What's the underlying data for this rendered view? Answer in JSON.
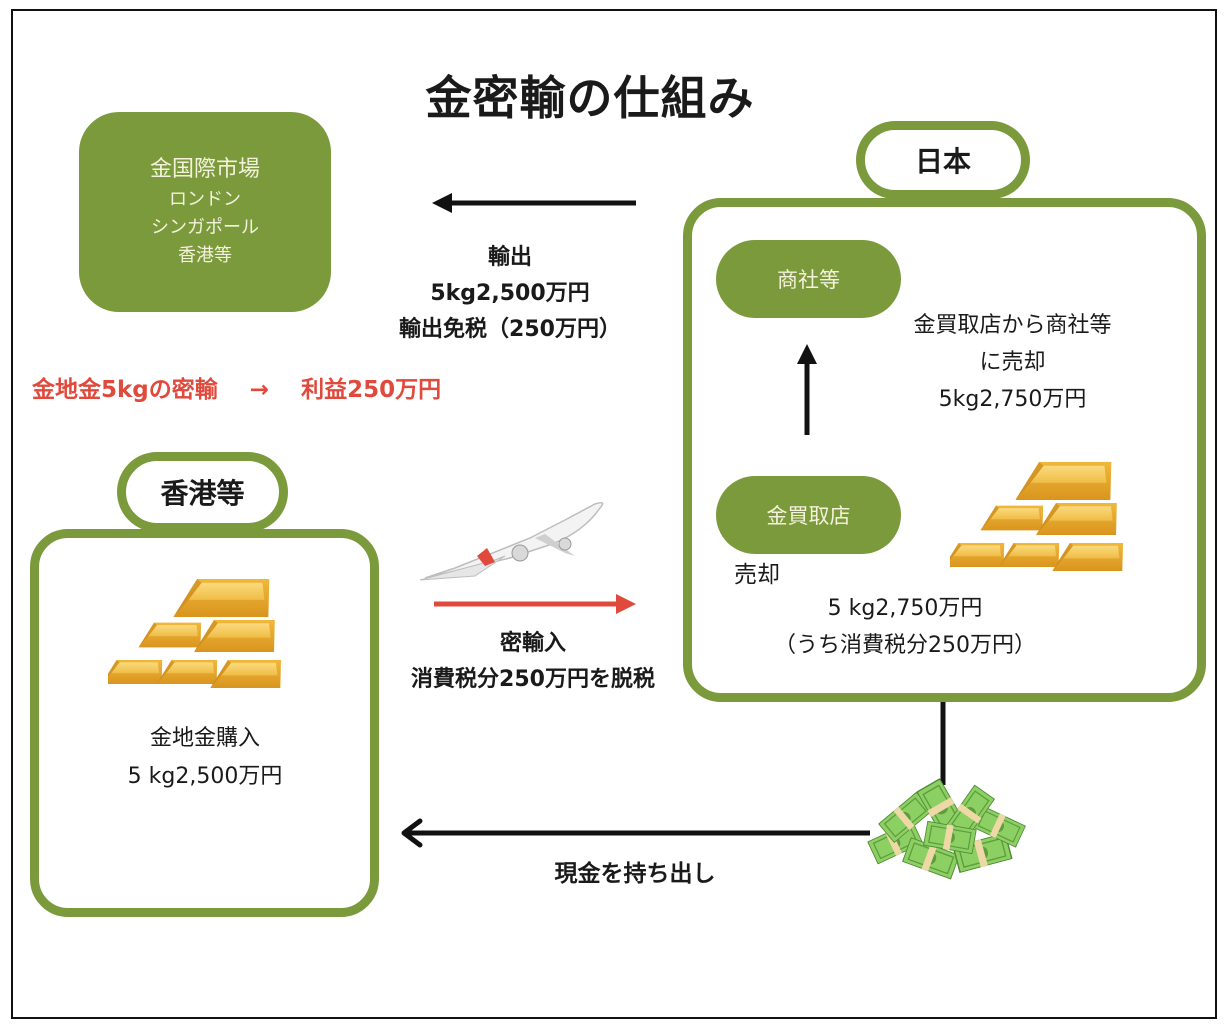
{
  "title": "金密輸の仕組み",
  "colors": {
    "green": "#7b9a3b",
    "pill_text": "#f4f1dc",
    "red": "#e04a3c",
    "arrow_black": "#111111",
    "gold": "#e9b43a",
    "cash_green": "#7fc35a"
  },
  "market_box": {
    "lines": [
      "金国際市場",
      "ロンドン",
      "シンガポール",
      "香港等"
    ]
  },
  "export": {
    "lines": [
      "輸出",
      "5kg2,500万円",
      "輸出免税（250万円）"
    ],
    "arrow": "arrow-left"
  },
  "profit_note": {
    "left": "金地金5kgの密輸",
    "arrow": "→",
    "right": "利益250万円"
  },
  "japan": {
    "tag": "日本",
    "trading_company": "商社等",
    "gold_buyer": "金買取店",
    "sale_to_corp": [
      "金買取店から商社等",
      "に売却",
      "5kg2,750万円"
    ],
    "sale_label": "売却",
    "sale_amount": [
      "5 kg2,750万円",
      "（うち消費税分250万円）"
    ]
  },
  "hongkong": {
    "tag": "香港等",
    "purchase": [
      "金地金購入",
      "5 kg2,500万円"
    ]
  },
  "smuggle": {
    "lines": [
      "密輸入",
      "消費税分250万円を脱税"
    ]
  },
  "cash": {
    "label": "現金を持ち出し"
  },
  "icons": [
    "gold-bars-icon",
    "airplane-icon",
    "cash-pile-icon"
  ]
}
